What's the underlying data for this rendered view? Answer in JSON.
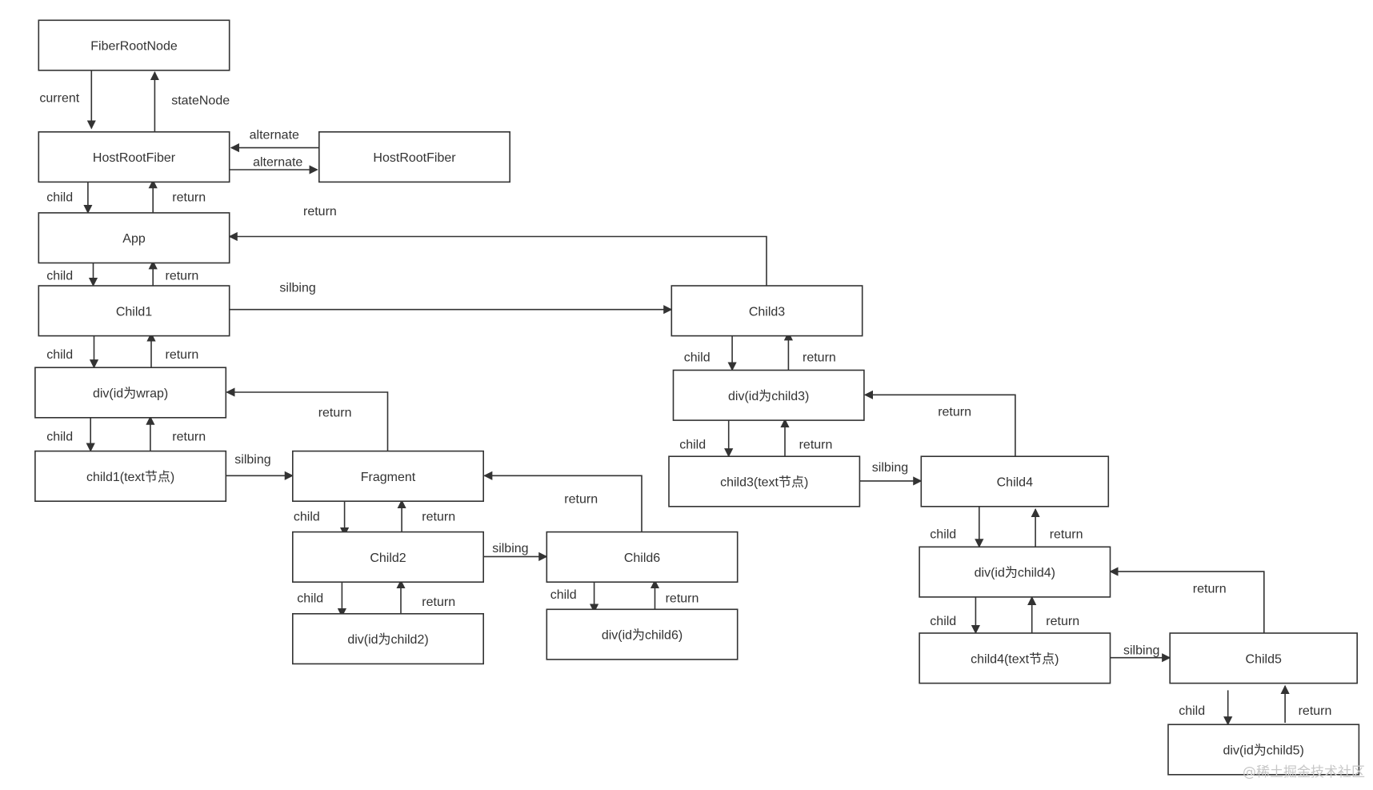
{
  "diagram": {
    "nodes": [
      {
        "id": "fiberroot",
        "label": "FiberRootNode"
      },
      {
        "id": "hostroot",
        "label": "HostRootFiber"
      },
      {
        "id": "hostroot-alt",
        "label": "HostRootFiber"
      },
      {
        "id": "app",
        "label": "App"
      },
      {
        "id": "child1",
        "label": "Child1"
      },
      {
        "id": "wrap",
        "label": "div(id为wrap)"
      },
      {
        "id": "child1-text",
        "label": "child1(text节点)"
      },
      {
        "id": "fragment",
        "label": "Fragment"
      },
      {
        "id": "child2",
        "label": "Child2"
      },
      {
        "id": "div-child2",
        "label": "div(id为child2)"
      },
      {
        "id": "child6",
        "label": "Child6"
      },
      {
        "id": "div-child6",
        "label": "div(id为child6)"
      },
      {
        "id": "child3",
        "label": "Child3"
      },
      {
        "id": "div-child3",
        "label": "div(id为child3)"
      },
      {
        "id": "child3-text",
        "label": "child3(text节点)"
      },
      {
        "id": "child4",
        "label": "Child4"
      },
      {
        "id": "div-child4",
        "label": "div(id为child4)"
      },
      {
        "id": "child4-text",
        "label": "child4(text节点)"
      },
      {
        "id": "child5",
        "label": "Child5"
      },
      {
        "id": "div-child5",
        "label": "div(id为child5)"
      }
    ],
    "edges": [
      {
        "from": "fiberroot",
        "to": "hostroot",
        "label": "current"
      },
      {
        "from": "hostroot",
        "to": "fiberroot",
        "label": "stateNode"
      },
      {
        "from": "hostroot-alt",
        "to": "hostroot",
        "label": "alternate"
      },
      {
        "from": "hostroot",
        "to": "hostroot-alt",
        "label": "alternate"
      },
      {
        "from": "hostroot",
        "to": "app",
        "label": "child"
      },
      {
        "from": "app",
        "to": "hostroot",
        "label": "return"
      },
      {
        "from": "app",
        "to": "child1",
        "label": "child"
      },
      {
        "from": "child1",
        "to": "app",
        "label": "return"
      },
      {
        "from": "child1",
        "to": "child3",
        "label": "silbing"
      },
      {
        "from": "child3",
        "to": "app",
        "label": "return"
      },
      {
        "from": "child1",
        "to": "wrap",
        "label": "child"
      },
      {
        "from": "wrap",
        "to": "child1",
        "label": "return"
      },
      {
        "from": "wrap",
        "to": "child1-text",
        "label": "child"
      },
      {
        "from": "child1-text",
        "to": "wrap",
        "label": "return"
      },
      {
        "from": "child1-text",
        "to": "fragment",
        "label": "silbing"
      },
      {
        "from": "fragment",
        "to": "wrap",
        "label": "return"
      },
      {
        "from": "fragment",
        "to": "child2",
        "label": "child"
      },
      {
        "from": "child2",
        "to": "fragment",
        "label": "return"
      },
      {
        "from": "child2",
        "to": "child6",
        "label": "silbing"
      },
      {
        "from": "child6",
        "to": "fragment",
        "label": "return"
      },
      {
        "from": "child2",
        "to": "div-child2",
        "label": "child"
      },
      {
        "from": "div-child2",
        "to": "child2",
        "label": "return"
      },
      {
        "from": "child6",
        "to": "div-child6",
        "label": "child"
      },
      {
        "from": "div-child6",
        "to": "child6",
        "label": "return"
      },
      {
        "from": "child3",
        "to": "div-child3",
        "label": "child"
      },
      {
        "from": "div-child3",
        "to": "child3",
        "label": "return"
      },
      {
        "from": "div-child3",
        "to": "child3-text",
        "label": "child"
      },
      {
        "from": "child3-text",
        "to": "div-child3",
        "label": "return"
      },
      {
        "from": "child3-text",
        "to": "child4",
        "label": "silbing"
      },
      {
        "from": "child4",
        "to": "div-child3",
        "label": "return"
      },
      {
        "from": "child4",
        "to": "div-child4",
        "label": "child"
      },
      {
        "from": "div-child4",
        "to": "child4",
        "label": "return"
      },
      {
        "from": "div-child4",
        "to": "child4-text",
        "label": "child"
      },
      {
        "from": "child4-text",
        "to": "div-child4",
        "label": "return"
      },
      {
        "from": "child4-text",
        "to": "child5",
        "label": "silbing"
      },
      {
        "from": "child5",
        "to": "div-child4",
        "label": "return"
      },
      {
        "from": "child5",
        "to": "div-child5",
        "label": "child"
      },
      {
        "from": "div-child5",
        "to": "child5",
        "label": "return"
      }
    ]
  },
  "watermark": "@稀土掘金技术社区"
}
